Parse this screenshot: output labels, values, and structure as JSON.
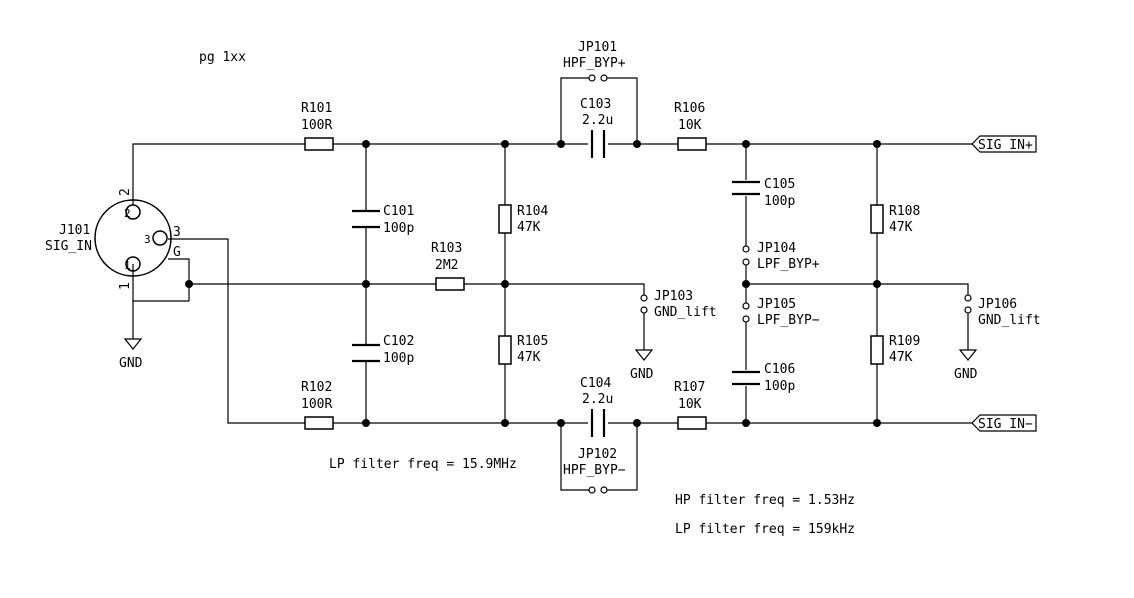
{
  "page_label": "pg 1xx",
  "components": {
    "J101": {
      "ref": "J101",
      "value": "SIG_IN",
      "pin1": "1",
      "pin2": "2",
      "pin3": "3",
      "pinG": "G"
    },
    "R101": {
      "ref": "R101",
      "value": "100R"
    },
    "R102": {
      "ref": "R102",
      "value": "100R"
    },
    "R103": {
      "ref": "R103",
      "value": "2M2"
    },
    "R104": {
      "ref": "R104",
      "value": "47K"
    },
    "R105": {
      "ref": "R105",
      "value": "47K"
    },
    "R106": {
      "ref": "R106",
      "value": "10K"
    },
    "R107": {
      "ref": "R107",
      "value": "10K"
    },
    "R108": {
      "ref": "R108",
      "value": "47K"
    },
    "R109": {
      "ref": "R109",
      "value": "47K"
    },
    "C101": {
      "ref": "C101",
      "value": "100p"
    },
    "C102": {
      "ref": "C102",
      "value": "100p"
    },
    "C103": {
      "ref": "C103",
      "value": "2.2u"
    },
    "C104": {
      "ref": "C104",
      "value": "2.2u"
    },
    "C105": {
      "ref": "C105",
      "value": "100p"
    },
    "C106": {
      "ref": "C106",
      "value": "100p"
    },
    "JP101": {
      "ref": "JP101",
      "value": "HPF_BYP+"
    },
    "JP102": {
      "ref": "JP102",
      "value": "HPF_BYP−"
    },
    "JP103": {
      "ref": "JP103",
      "value": "GND_lift"
    },
    "JP104": {
      "ref": "JP104",
      "value": "LPF_BYP+"
    },
    "JP105": {
      "ref": "JP105",
      "value": "LPF_BYP−"
    },
    "JP106": {
      "ref": "JP106",
      "value": "GND_lift"
    }
  },
  "power": {
    "gnd1": "GND",
    "gnd2": "GND",
    "gnd3": "GND"
  },
  "net_labels": {
    "sig_in_pos": "SIG_IN+",
    "sig_in_neg": "SIG_IN−"
  },
  "notes": {
    "lp_filter_1": "LP filter freq = 15.9MHz",
    "hp_filter": "HP filter freq = 1.53Hz",
    "lp_filter_2": "LP filter freq = 159kHz"
  }
}
